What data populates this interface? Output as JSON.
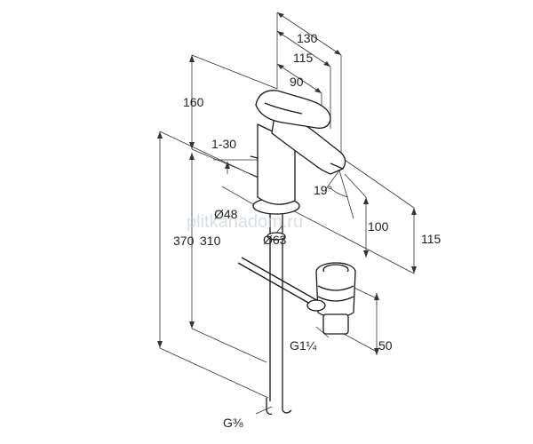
{
  "dimensions": {
    "width_130": "130",
    "width_115": "115",
    "width_90": "90",
    "height_160": "160",
    "tilt_1_30": "1-30",
    "dia_48": "Ø48",
    "dia_63": "Ø63",
    "angle_19": "19°",
    "height_100": "100",
    "height_115": "115",
    "height_370": "370",
    "height_310": "310",
    "thread_g114": "G1¼",
    "depth_50": "50",
    "thread_g38": "G⅜"
  },
  "watermark": "plitkanadom.ru",
  "colors": {
    "line": "#1a1a1a",
    "text": "#222222",
    "watermark": "#cfd6dc"
  }
}
